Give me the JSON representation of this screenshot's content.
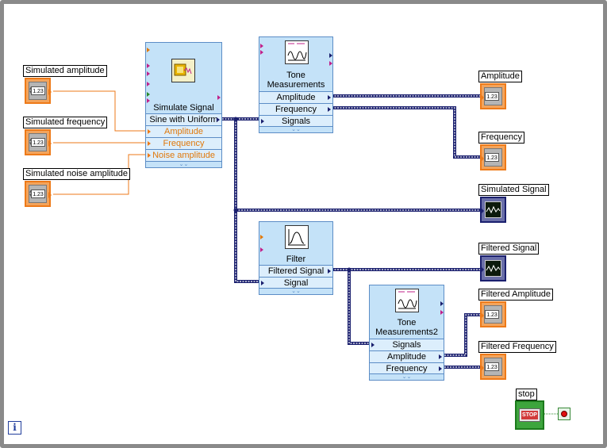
{
  "controls": {
    "sim_amplitude": "Simulated amplitude",
    "sim_frequency": "Simulated frequency",
    "sim_noise": "Simulated noise amplitude",
    "numeric_text": "1.23"
  },
  "simulate_signal": {
    "title": "Simulate Signal",
    "output": "Sine with Uniform",
    "inputs": [
      "Amplitude",
      "Frequency",
      "Noise amplitude"
    ]
  },
  "tone1": {
    "title": "Tone\nMeasurements",
    "terminals": [
      "Amplitude",
      "Frequency",
      "Signals"
    ]
  },
  "filter": {
    "title": "Filter",
    "terminals": [
      "Filtered Signal",
      "Signal"
    ]
  },
  "tone2": {
    "title": "Tone\nMeasurements2",
    "terminals": [
      "Signals",
      "Amplitude",
      "Frequency"
    ]
  },
  "indicators": {
    "amplitude": "Amplitude",
    "frequency": "Frequency",
    "simulated_signal": "Simulated Signal",
    "filtered_signal": "Filtered Signal",
    "filtered_amplitude": "Filtered  Amplitude",
    "filtered_frequency": "Filtered Frequency"
  },
  "stop": {
    "label": "stop",
    "button_text": "STOP"
  },
  "info_icon": "i",
  "colors": {
    "numeric_orange": "#ee7a18",
    "dynamic_data_blue": "#1a1f6e",
    "express_vi_bg": "#c4e2f8",
    "boolean_green": "#3da53d"
  }
}
